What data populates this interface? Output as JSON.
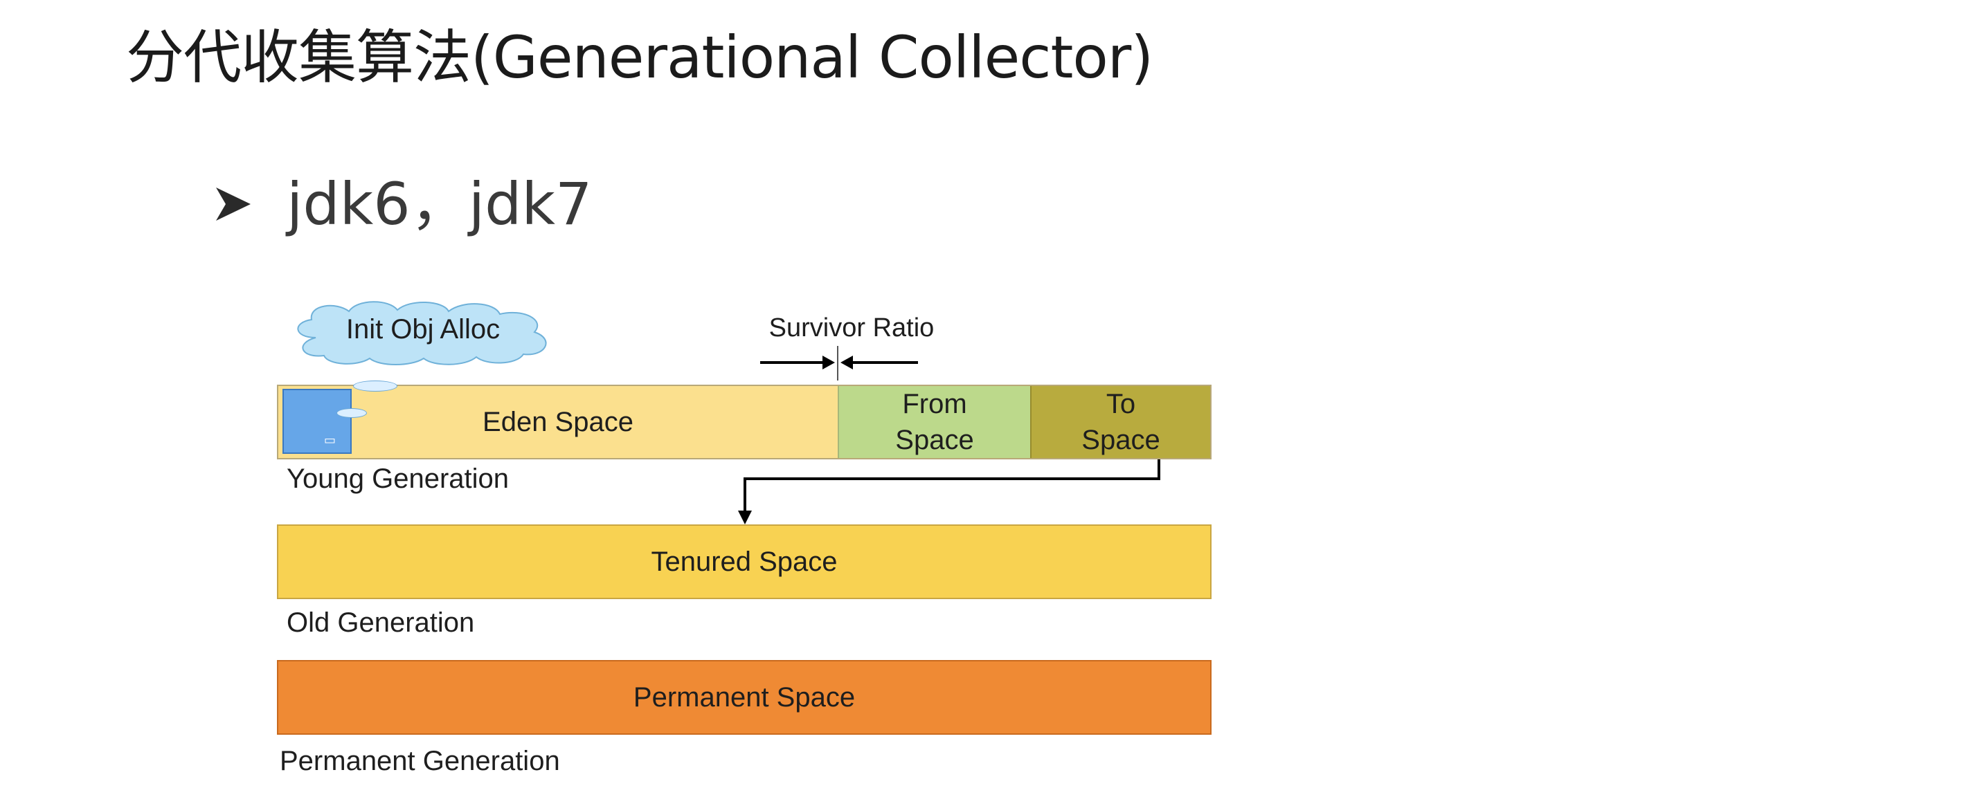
{
  "slide": {
    "title": "分代收集算法(Generational Collector)",
    "bullet": {
      "icon": "arrowhead-bullet-icon",
      "text": "jdk6，jdk7"
    }
  },
  "diagram": {
    "cloud_label": "Init Obj Alloc",
    "survivor_ratio_label": "Survivor Ratio",
    "young_generation": {
      "label": "Young Generation",
      "eden": "Eden Space",
      "from": [
        "From",
        "Space"
      ],
      "to": [
        "To",
        "Space"
      ],
      "colors": {
        "eden": "#fbe08e",
        "from": "#bcd98b",
        "to": "#b8ab3e"
      }
    },
    "old_generation": {
      "label": "Old Generation",
      "space": "Tenured Space",
      "color": "#f8d252"
    },
    "permanent_generation": {
      "label": "Permanent Generation",
      "space": "Permanent Space",
      "color": "#ef8a34"
    },
    "new_object_color": "#66a6e8"
  }
}
